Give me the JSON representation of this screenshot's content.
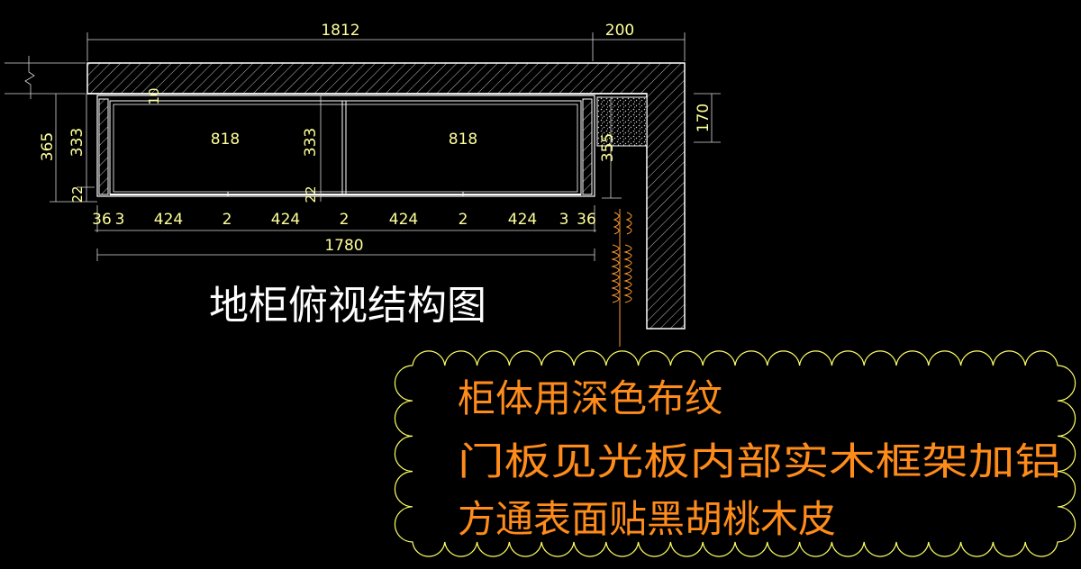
{
  "drawing": {
    "title": "地柜俯视结构图",
    "dims_top": {
      "main": "1812",
      "side": "200"
    },
    "dims_left": {
      "outer": "365",
      "inner": "333",
      "bottom": "22"
    },
    "dim_top_gap": "10",
    "dims_compartment": [
      "818",
      "818"
    ],
    "dims_center": {
      "upper": "333",
      "lower": "22"
    },
    "dim_right_inner": "355",
    "dim_right_outer": "170",
    "dims_bottom_chain": [
      "36",
      "3",
      "424",
      "2",
      "424",
      "2",
      "424",
      "2",
      "424",
      "3",
      "36"
    ],
    "dim_bottom_total": "1780",
    "note_lines": [
      "柜体用深色布纹",
      "门板见光板内部实木框架加铝",
      "方通表面贴黑胡桃木皮"
    ]
  },
  "colors": {
    "background": "#000000",
    "line": "#ffffff",
    "dim_text": "#ffff99",
    "dim_line": "#d8d8d8",
    "note_text": "#ff8c1a",
    "cloud": "#ffff66",
    "spring": "#ff9a2e"
  }
}
